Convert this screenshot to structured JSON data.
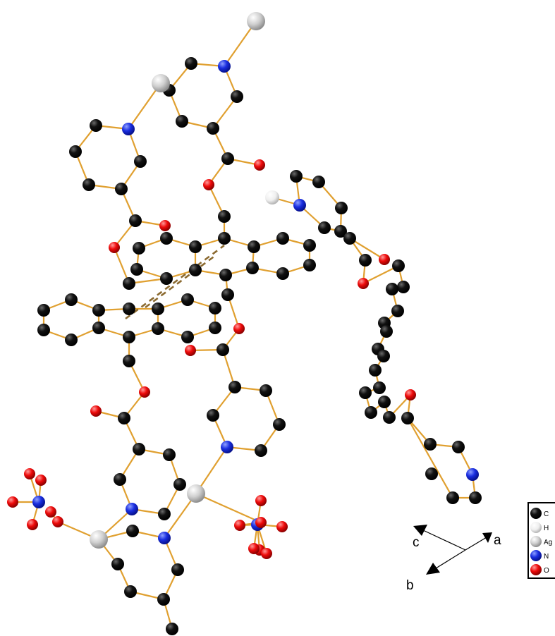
{
  "legend": {
    "items": [
      {
        "symbol": "C",
        "color": "#000000"
      },
      {
        "symbol": "H",
        "color": "#e8e8e8"
      },
      {
        "symbol": "Ag",
        "color": "#bdbdbd"
      },
      {
        "symbol": "N",
        "color": "#1020d8"
      },
      {
        "symbol": "O",
        "color": "#e00000"
      }
    ]
  },
  "axes": {
    "a": "a",
    "b": "b",
    "c": "c"
  }
}
